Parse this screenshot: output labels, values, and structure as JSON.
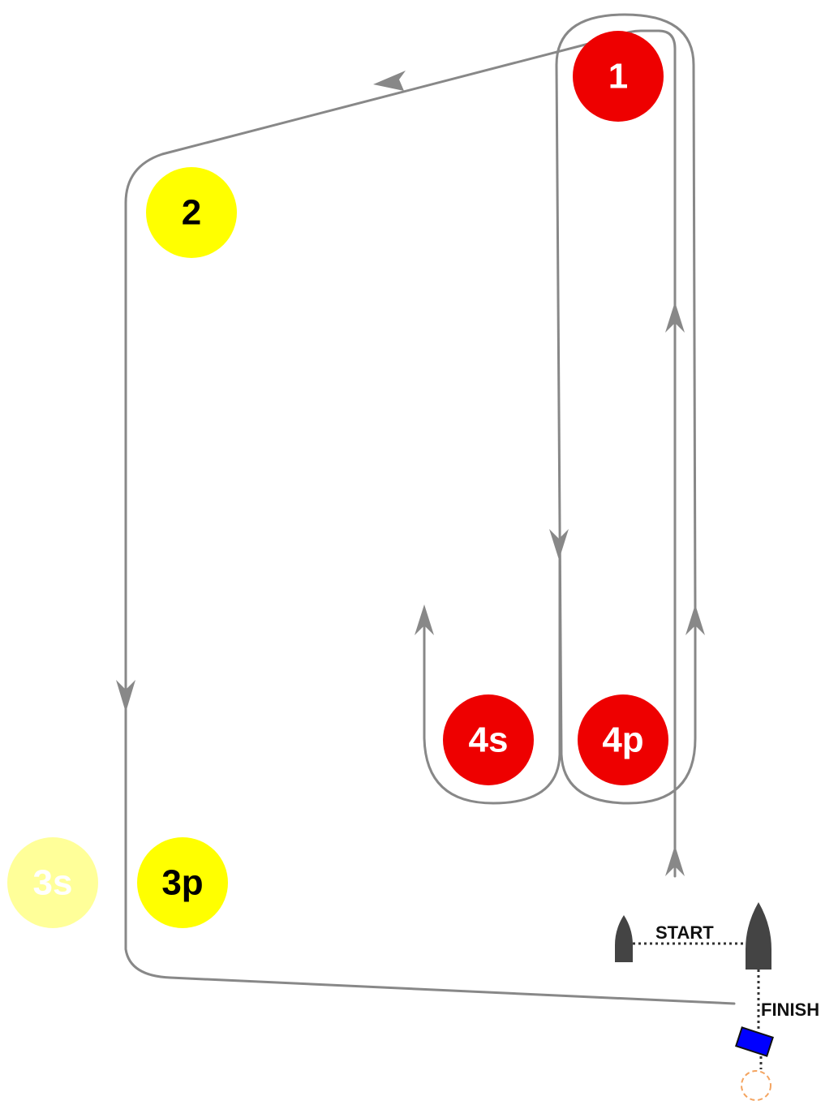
{
  "marks": [
    {
      "id": "1",
      "label": "1",
      "color": "#ee0000",
      "text_color": "#ffffff"
    },
    {
      "id": "2",
      "label": "2",
      "color": "#ffff00",
      "text_color": "#000000"
    },
    {
      "id": "3s",
      "label": "3s",
      "color": "#ffff99",
      "text_color": "#ffffff"
    },
    {
      "id": "3p",
      "label": "3p",
      "color": "#ffff00",
      "text_color": "#000000"
    },
    {
      "id": "4s",
      "label": "4s",
      "color": "#ee0000",
      "text_color": "#ffffff"
    },
    {
      "id": "4p",
      "label": "4p",
      "color": "#ee0000",
      "text_color": "#ffffff"
    }
  ],
  "start_line": {
    "label": "START"
  },
  "finish_line": {
    "label": "FINISH"
  },
  "colors": {
    "course_line": "#888888",
    "boats": "#444444",
    "committee_flag": "#0000ff",
    "finish_pin": "#f4a460"
  }
}
